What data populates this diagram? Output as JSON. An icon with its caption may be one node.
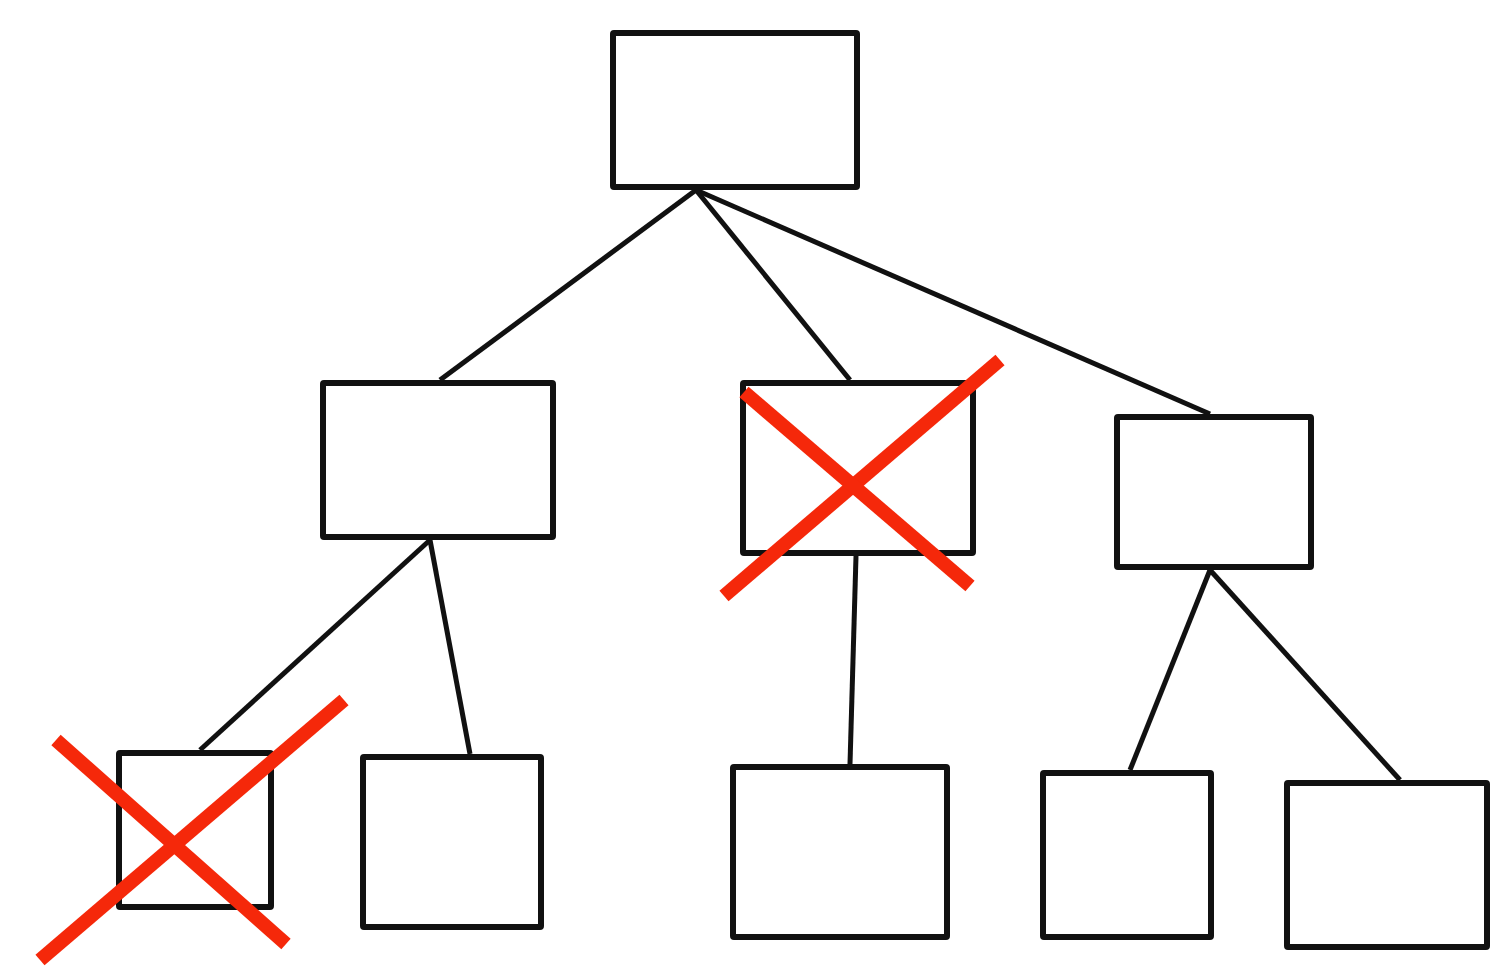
{
  "diagram": {
    "nodes": [
      {
        "text": [],
        "shape": "box"
      },
      {
        "text": [],
        "shape": "box"
      },
      {
        "text": [],
        "shape": "box"
      },
      {
        "text": [],
        "shape": "box"
      },
      {
        "text": [],
        "shape": "box"
      },
      {
        "text": [],
        "shape": "box"
      },
      {
        "text": [],
        "shape": "box"
      },
      {
        "text": [],
        "shape": "box"
      },
      {
        "text": [],
        "shape": "box"
      }
    ],
    "edges": [
      {
        "from": 0,
        "to": 1,
        "arrow": "none"
      },
      {
        "from": 0,
        "to": 2,
        "arrow": "none"
      },
      {
        "from": 0,
        "to": 3,
        "arrow": "none"
      },
      {
        "from": 1,
        "to": 4,
        "arrow": "none"
      },
      {
        "from": 1,
        "to": 5,
        "arrow": "none"
      },
      {
        "from": 2,
        "to": 6,
        "arrow": "none"
      },
      {
        "from": 3,
        "to": 7,
        "arrow": "none"
      },
      {
        "from": 3,
        "to": 8,
        "arrow": "none"
      }
    ]
  }
}
